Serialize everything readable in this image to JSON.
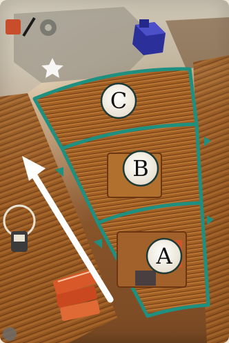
{
  "colors": {
    "track_outline": "#1f8f7f",
    "wood_light": "#a9652a",
    "wood_dark": "#6e3c16",
    "stone": "#9a958c",
    "cube": "#2b2f9a",
    "arrow": "#ffffff",
    "token_fill": "#f4efe4",
    "token_text": "#111111",
    "book_red": "#d9582a"
  },
  "icons": [
    "player-cube-icon",
    "star-icon",
    "book-stack-icon",
    "advance-arrow-icon",
    "tool-icon"
  ],
  "track": {
    "spaces": [
      {
        "label": "C"
      },
      {
        "label": "B"
      },
      {
        "label": "A"
      }
    ]
  }
}
